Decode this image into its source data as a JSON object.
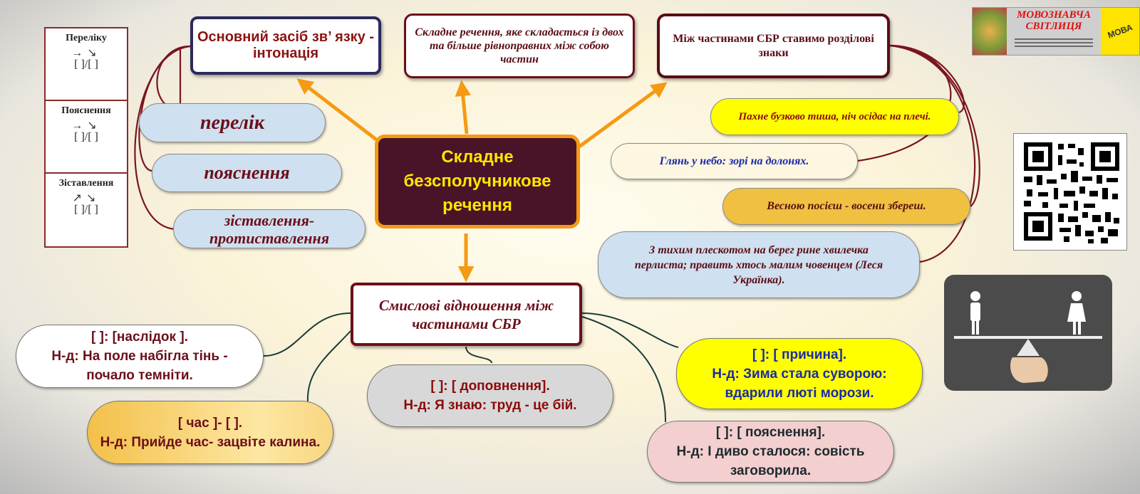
{
  "types_table": {
    "rows": [
      {
        "name": "Переліку",
        "scheme": "[ ]/[ ]"
      },
      {
        "name": "Пояснення",
        "scheme": "[ ]/[ ]"
      },
      {
        "name": "Зіставлення",
        "scheme": "[ ]/[ ]"
      }
    ]
  },
  "top_boxes": {
    "intonation": "Основний  засіб зв’ язку - інтонація",
    "definition": "Складне речення, яке складається із двох та більше рівноправних між собою частин",
    "punctuation": "Між частинами СБР ставимо розділові знаки"
  },
  "central": {
    "title": "Складне безсполучникове речення"
  },
  "means": [
    "перелік",
    "пояснення",
    "зіставлення-протиставлення"
  ],
  "examples": [
    "Пахне бузково тиша, ніч осідає на плечі.",
    "Глянь у небо: зорі на долонях.",
    "Весною посієш - восени збереш.",
    "З тихим плескотом на берег рине хвилечка перлиста; править хтось малим човенцем (Леся Українка)."
  ],
  "relations": {
    "title": "Смислові відношення між частинами СБР",
    "items": [
      {
        "scheme": "[  ]: [наслідок ].",
        "example": "Н-д: На поле набігла тінь - почало темніти."
      },
      {
        "scheme": "[ час ]- [  ].",
        "example": "Н-д: Прийде час- зацвіте калина."
      },
      {
        "scheme": "[  ]: [ доповнення].",
        "example": "Н-д: Я знаю: труд - це бій."
      },
      {
        "scheme": "[  ]: [ причина].",
        "example": "Н-д: Зима стала суворою: вдарили люті морози."
      },
      {
        "scheme": "[  ]: [ пояснення].",
        "example": "Н-д:  І диво сталося: совість заговорила."
      }
    ]
  },
  "logo": {
    "title": "МОВОЗНАВЧА СВІТЛИЦЯ",
    "badge": "МОВА"
  },
  "colors": {
    "central_bg": "#4a1428",
    "central_text": "#ffe600",
    "arrow": "#f59a14",
    "frame": "#6b0f1a",
    "pill_blue": "#cfe0f0",
    "pill_yellow": "#ffff00",
    "pill_gold": "#f0c040",
    "pill_grey": "#d8d8d8",
    "pill_pink": "#f3cfd0"
  }
}
